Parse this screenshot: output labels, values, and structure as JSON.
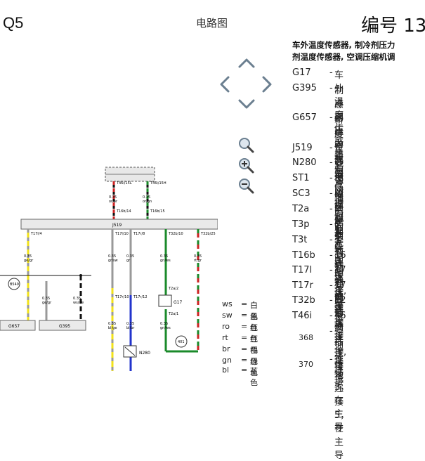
{
  "header": {
    "model": "Q5",
    "doc_title": "电路图",
    "number_label": "编号 13"
  },
  "description_lines": [
    "车外温度传感器, 制冷剂压力",
    "剂温度传感器, 空调压缩机调"
  ],
  "legend": [
    {
      "code": "G17",
      "text": "车外温度传感器",
      "cont": ""
    },
    {
      "code": "G395",
      "text": "制冷剂压力和制冷剂",
      "cont": "感器"
    },
    {
      "code": "G657",
      "text": "新鲜空气进气道中的",
      "cont": "度传感器"
    },
    {
      "code": "J519",
      "text": "车载电网控制单元",
      "cont": ""
    },
    {
      "code": "N280",
      "text": "空调压缩机调节阀",
      "cont": ""
    },
    {
      "code": "ST1",
      "text": "保险丝座 1",
      "cont": ""
    },
    {
      "code": "SC3",
      "text": "保险丝架 C 上的保险",
      "cont": ""
    },
    {
      "code": "T2a",
      "text": "2 芯插头连接",
      "cont": ""
    },
    {
      "code": "T3p",
      "text": "3 芯插头连接, 黑色",
      "cont": ""
    },
    {
      "code": "T3t",
      "text": "3 芯插头连接",
      "cont": ""
    },
    {
      "code": "T16b",
      "text": "16 芯插头连接",
      "cont": ""
    },
    {
      "code": "T17l",
      "text": "17 芯插头连接",
      "cont": ""
    },
    {
      "code": "T17r",
      "text": "17 芯插头连接, 白色",
      "cont": ""
    },
    {
      "code": "T32b",
      "text": "32 芯插头连接",
      "cont": ""
    },
    {
      "code": "T46i",
      "text": "46 芯插头连接",
      "cont": ""
    },
    {
      "code": "368",
      "text": "接地连接 3，在主导",
      "cont": ""
    },
    {
      "code": "370",
      "text": "接地连接 5，在主导",
      "cont": ""
    }
  ],
  "color_key": [
    {
      "abbr": "ws",
      "name": "白色"
    },
    {
      "abbr": "sw",
      "name": "黑色"
    },
    {
      "abbr": "ro",
      "name": "红色"
    },
    {
      "abbr": "rt",
      "name": "红色"
    },
    {
      "abbr": "br",
      "name": "褐色"
    },
    {
      "abbr": "gn",
      "name": "绿色"
    },
    {
      "abbr": "bl",
      "name": "蓝色"
    }
  ],
  "diagram": {
    "j519_label": "J519",
    "g17_label": "G17",
    "n280_label": "N280",
    "g657_label": "G657",
    "g395_label": "G395",
    "ground_1": "B549",
    "ground_2": "401",
    "wire_size": "0.35",
    "wires": {
      "w1": "ge/gr",
      "w2": "or/br",
      "w3": "or/gn",
      "w4": "gr/sw",
      "w5": "gr",
      "w6": "gn/ws",
      "w7": "rt/gr",
      "w8": "ge/gr",
      "w9": "ws/sw",
      "w10": "bl/ge",
      "w11": "bl/br",
      "w12": "gn/ws"
    },
    "pins": {
      "p1": "T46i/15L",
      "p2": "T46i/15H",
      "p3": "T16b/14",
      "p4": "T16b/15",
      "p5": "T17l/4",
      "p6": "T17l/10",
      "p7": "T17r/8",
      "p8": "T32b/10",
      "p9": "T32b/25",
      "p10": "T17r/10",
      "p11": "T17r/12",
      "p12": "T2a/2",
      "p13": "T2a/1"
    }
  },
  "navigation": {
    "pan_up": "pan-up",
    "zoom_in": "zoom-in"
  },
  "colors": {
    "wire_yellow": "#f2e21a",
    "wire_green": "#1a8a2a",
    "wire_red": "#cc2222",
    "wire_grey": "#999999",
    "wire_blue": "#2233cc",
    "wire_black": "#111111"
  }
}
